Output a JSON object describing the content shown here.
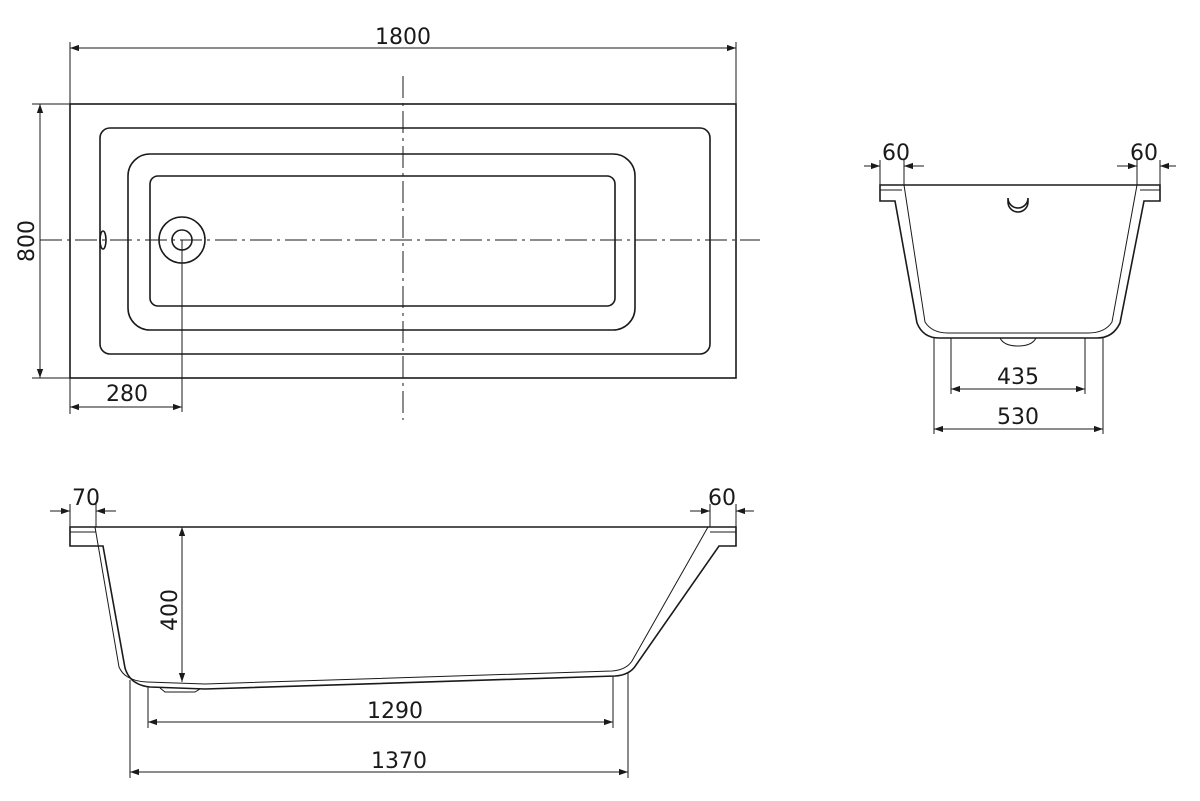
{
  "dimensions": {
    "top_length": "1800",
    "top_width": "800",
    "top_drain_offset": "280",
    "end_rim_left": "60",
    "end_rim_right": "60",
    "end_bottom_inner": "435",
    "end_bottom_outer": "530",
    "side_rim_left": "70",
    "side_rim_right": "60",
    "side_depth": "400",
    "side_bottom_inner": "1290",
    "side_bottom_outer": "1370"
  }
}
